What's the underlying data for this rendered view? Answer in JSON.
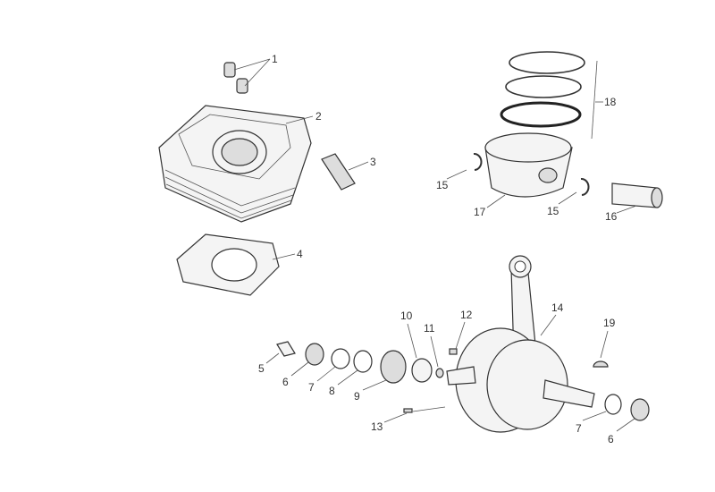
{
  "diagram": {
    "type": "exploded-parts-view",
    "callouts": [
      {
        "id": "c1",
        "label": "1"
      },
      {
        "id": "c2",
        "label": "2"
      },
      {
        "id": "c3",
        "label": "3"
      },
      {
        "id": "c4",
        "label": "4"
      },
      {
        "id": "c18",
        "label": "18"
      },
      {
        "id": "c15a",
        "label": "15"
      },
      {
        "id": "c17",
        "label": "17"
      },
      {
        "id": "c15b",
        "label": "15"
      },
      {
        "id": "c16",
        "label": "16"
      },
      {
        "id": "c10",
        "label": "10"
      },
      {
        "id": "c11",
        "label": "11"
      },
      {
        "id": "c12",
        "label": "12"
      },
      {
        "id": "c14",
        "label": "14"
      },
      {
        "id": "c19",
        "label": "19"
      },
      {
        "id": "c5",
        "label": "5"
      },
      {
        "id": "c6a",
        "label": "6"
      },
      {
        "id": "c7a",
        "label": "7"
      },
      {
        "id": "c8",
        "label": "8"
      },
      {
        "id": "c9",
        "label": "9"
      },
      {
        "id": "c13",
        "label": "13"
      },
      {
        "id": "c7b",
        "label": "7"
      },
      {
        "id": "c6b",
        "label": "6"
      }
    ]
  }
}
